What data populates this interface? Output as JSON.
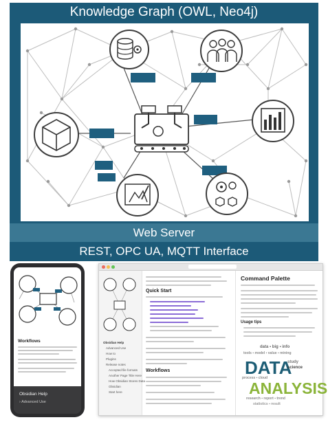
{
  "header": {
    "title": "Knowledge Graph (OWL, Neo4j)"
  },
  "bars": {
    "web_server": "Web Server",
    "interface": "REST, OPC UA, MQTT Interface"
  },
  "graph_icons": [
    "database-gear-icon",
    "team-people-icon",
    "cube-icon",
    "factory-robot-icon",
    "bar-chart-icon",
    "blueprint-icon",
    "gears-cubes-icon"
  ],
  "colors": {
    "frame": "#1c5a78",
    "web_server_bar": "#3b7893",
    "box": "#1f5f7f",
    "network_line": "#b9b9b9"
  },
  "phone": {
    "heading": "Workflows",
    "menu_title": "Obsidian Help",
    "menu_item": "Advanced Use"
  },
  "window": {
    "sidebar_items": [
      "Obsidian Help",
      "Advanced Use",
      "How to",
      "Plugins",
      "Release notes",
      "Accepted file formats",
      "Another Page Title Here",
      "How Obsidian Stores Data",
      "Obsidian",
      "Start here"
    ],
    "quick_start": "Quick Start",
    "workflows": "Workflows",
    "palette_title": "Command Palette",
    "usage_tips": "Usage tips"
  },
  "word_cloud": {
    "words": [
      "DATA",
      "ANALYSIS"
    ]
  }
}
